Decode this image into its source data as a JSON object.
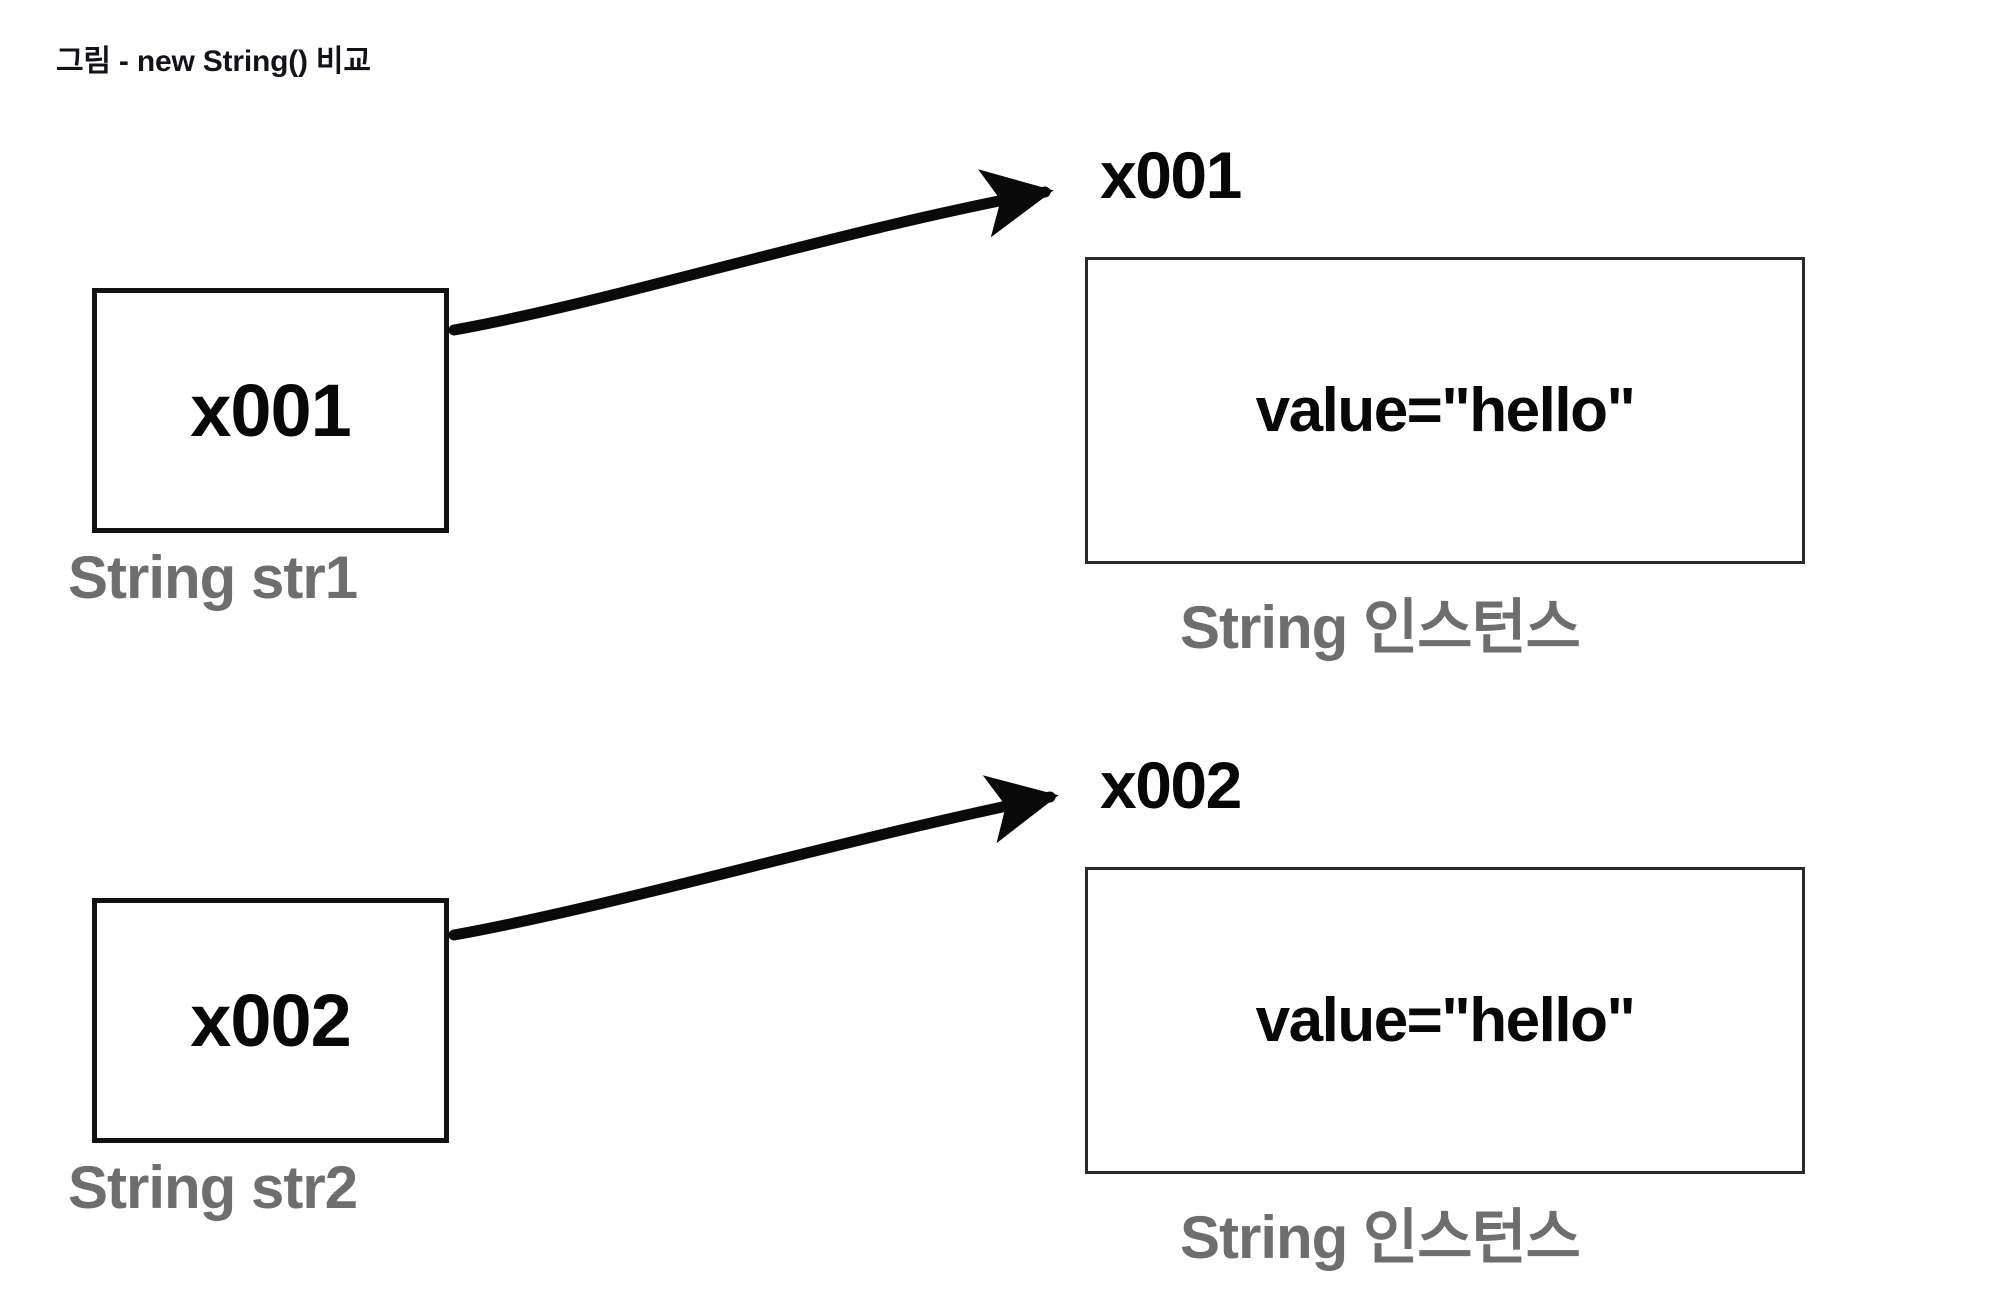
{
  "figure": {
    "title": "그림 - new String() 비교",
    "background_color": "#ffffff",
    "caption_color": "#6e6e6e",
    "stroke_color": "#121212"
  },
  "rows": [
    {
      "id": "row-1",
      "variable_box": {
        "value": "x001",
        "caption": "String str1"
      },
      "pointer_label": "x001",
      "instance_box": {
        "value": "value=\"hello\"",
        "caption": "String 인스턴스"
      }
    },
    {
      "id": "row-2",
      "variable_box": {
        "value": "x002",
        "caption": "String str2"
      },
      "pointer_label": "x002",
      "instance_box": {
        "value": "value=\"hello\"",
        "caption": "String 인스턴스"
      }
    }
  ]
}
